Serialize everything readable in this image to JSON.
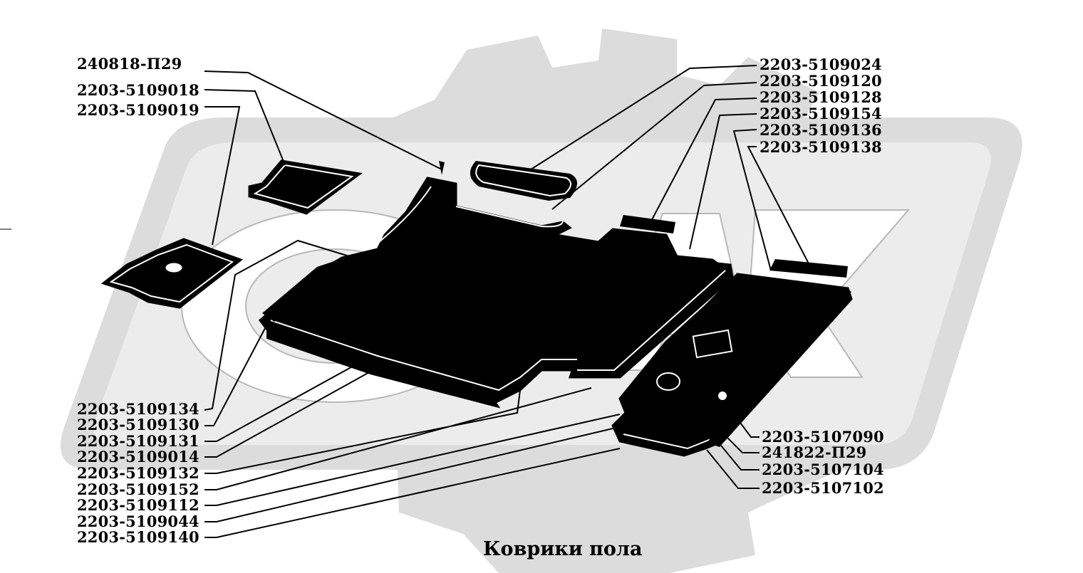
{
  "diagram": {
    "caption": "Коврики пола",
    "colors": {
      "background": "#ffffff",
      "watermark": "#dcdcdc",
      "part": "#000000"
    },
    "labels": [
      {
        "id": "l01",
        "text": "240818-П29"
      },
      {
        "id": "l02",
        "text": "2203-5109018"
      },
      {
        "id": "l03",
        "text": "2203-5109019"
      },
      {
        "id": "l04",
        "text": "2203-5109024"
      },
      {
        "id": "l05",
        "text": "2203-5109120"
      },
      {
        "id": "l06",
        "text": "2203-5109128"
      },
      {
        "id": "l07",
        "text": "2203-5109154"
      },
      {
        "id": "l08",
        "text": "2203-5109136"
      },
      {
        "id": "l09",
        "text": "2203-5109138"
      },
      {
        "id": "l10",
        "text": "2203-5109134"
      },
      {
        "id": "l11",
        "text": "2203-5109130"
      },
      {
        "id": "l12",
        "text": "2203-5109131"
      },
      {
        "id": "l13",
        "text": "2203-5109014"
      },
      {
        "id": "l14",
        "text": "2203-5109132"
      },
      {
        "id": "l15",
        "text": "2203-5109152"
      },
      {
        "id": "l16",
        "text": "2203-5109112"
      },
      {
        "id": "l17",
        "text": "2203-5109044"
      },
      {
        "id": "l18",
        "text": "2203-5109140"
      },
      {
        "id": "l19",
        "text": "2203-5107090"
      },
      {
        "id": "l20",
        "text": "241822-П29"
      },
      {
        "id": "l21",
        "text": "2203-5107104"
      },
      {
        "id": "l22",
        "text": "2203-5107102"
      }
    ]
  }
}
